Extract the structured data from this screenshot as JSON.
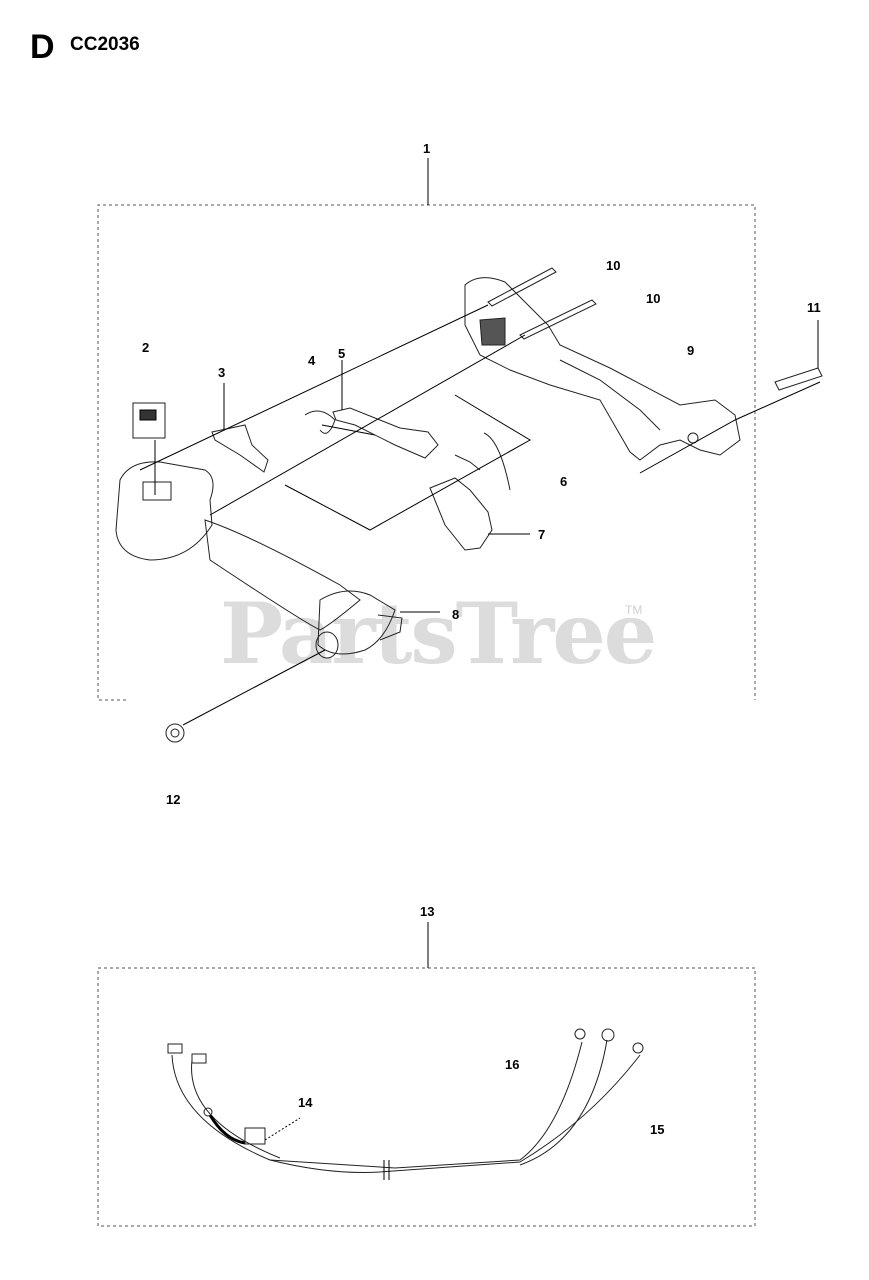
{
  "header": {
    "section_letter": "D",
    "model": "CC2036"
  },
  "watermark": {
    "text": "PartsTree",
    "tm": "TM"
  },
  "callouts": {
    "c1": "1",
    "c2": "2",
    "c3": "3",
    "c4": "4",
    "c5": "5",
    "c6": "6",
    "c7": "7",
    "c8": "8",
    "c9": "9",
    "c10a": "10",
    "c10b": "10",
    "c11": "11",
    "c12": "12",
    "c13": "13",
    "c14": "14",
    "c15": "15",
    "c16": "16"
  }
}
